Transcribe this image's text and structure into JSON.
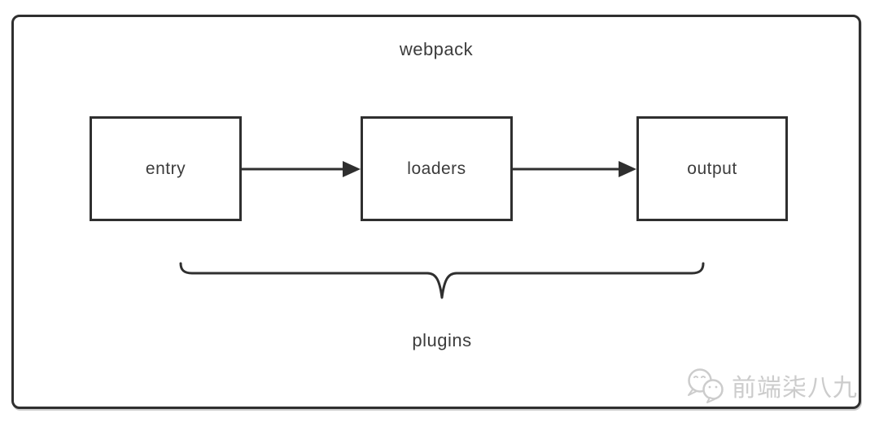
{
  "diagram": {
    "title": "webpack",
    "nodes": [
      {
        "id": "entry",
        "label": "entry"
      },
      {
        "id": "loaders",
        "label": "loaders"
      },
      {
        "id": "output",
        "label": "output"
      }
    ],
    "arrows": [
      {
        "from": "entry",
        "to": "loaders"
      },
      {
        "from": "loaders",
        "to": "output"
      }
    ],
    "brace_label": "plugins",
    "colors": {
      "stroke": "#2f2f2f",
      "text": "#3c3c3c",
      "background": "#ffffff",
      "watermark": "#cccccc"
    }
  },
  "watermark": {
    "icon": "wechat-chat-bubbles-icon",
    "text": "前端柒八九"
  }
}
